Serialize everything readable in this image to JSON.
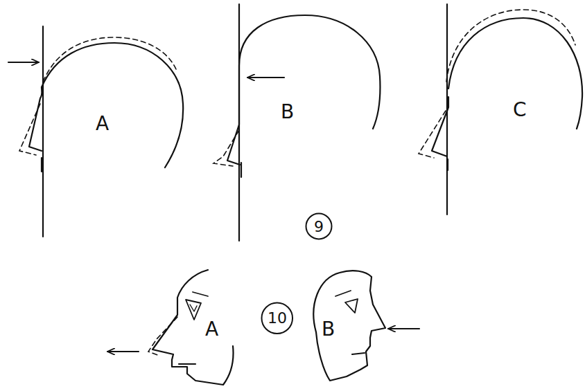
{
  "diagram": {
    "nodes": [
      {
        "text": [
          "9"
        ]
      },
      {
        "text": [
          "10"
        ]
      }
    ],
    "labels": [
      "A",
      "B",
      "C",
      "A",
      "B"
    ]
  }
}
